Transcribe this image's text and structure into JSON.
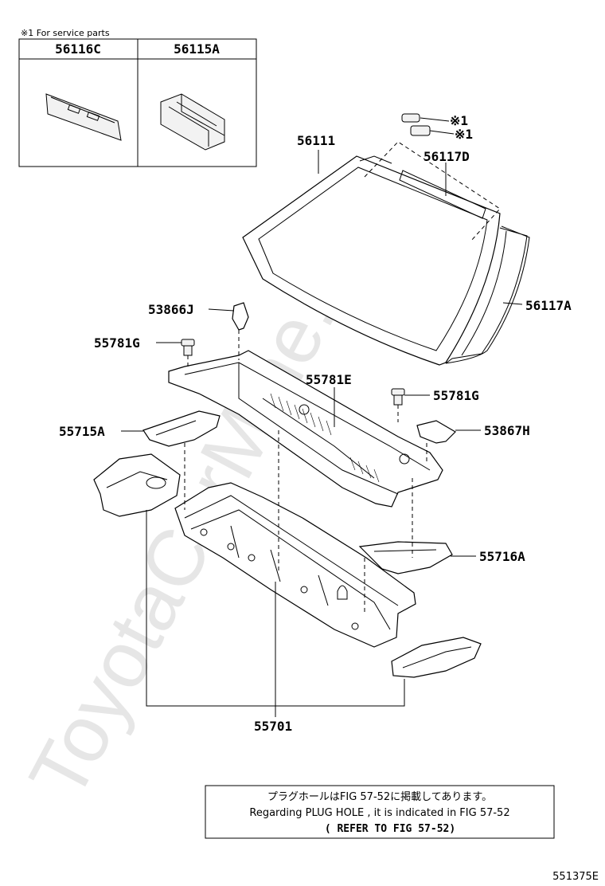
{
  "watermark": "ToyotaCarMine.ru",
  "service_note": "※1 For service parts",
  "service_parts": [
    "56116C",
    "56115A"
  ],
  "callouts": {
    "c56111": "56111",
    "c56117D": "56117D",
    "c56117A": "56117A",
    "c53866J": "53866J",
    "c55781G_left": "55781G",
    "c55781E": "55781E",
    "c55781G_right": "55781G",
    "c55715A": "55715A",
    "c53867H": "53867H",
    "c55716A": "55716A",
    "c55701": "55701",
    "mark1a": "※1",
    "mark1b": "※1"
  },
  "note_box": {
    "line1": "プラグホールはFIG 57-52に掲載してあります。",
    "line2": "Regarding PLUG HOLE , it is indicated in FIG 57-52",
    "line3": "( REFER TO FIG 57-52)"
  },
  "figure_id": "551375E"
}
